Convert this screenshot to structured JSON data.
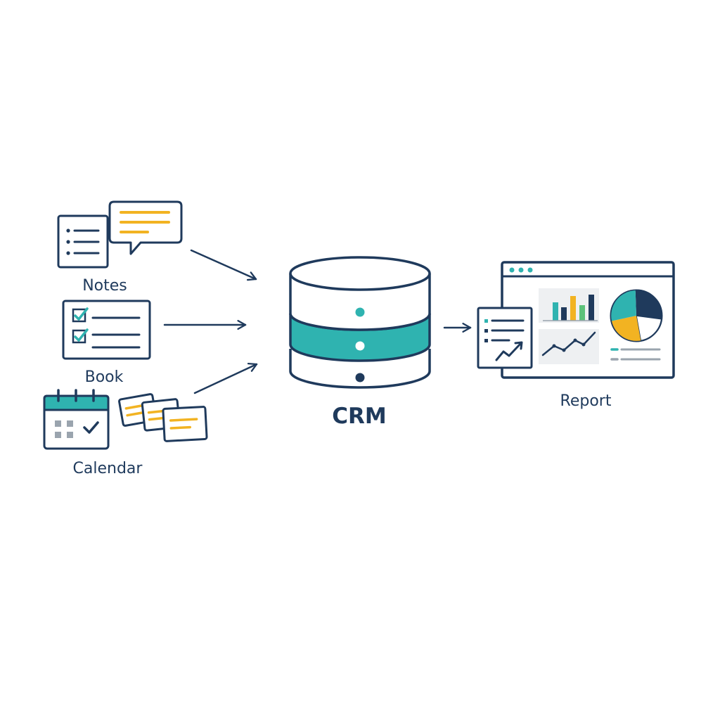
{
  "nodes": {
    "notes": {
      "label": "Notes"
    },
    "book": {
      "label": "Book"
    },
    "calendar": {
      "label": "Calendar"
    },
    "crm": {
      "label": "CRM"
    },
    "report": {
      "label": "Report"
    }
  },
  "colors": {
    "navy": "#1f3a5c",
    "teal": "#2fb3b0",
    "yellow": "#f2b322",
    "green": "#5cc27a",
    "gray": "#9aa4ae",
    "light_gray": "#eef0f2"
  },
  "icons": {
    "notes": [
      "document-list-icon",
      "speech-bubble-icon"
    ],
    "book": "checklist-icon",
    "calendar": [
      "calendar-icon",
      "sticky-notes-icon"
    ],
    "crm": "database-icon",
    "report": [
      "browser-window-icon",
      "bar-chart-icon",
      "pie-chart-icon",
      "line-chart-icon",
      "report-document-icon"
    ]
  }
}
